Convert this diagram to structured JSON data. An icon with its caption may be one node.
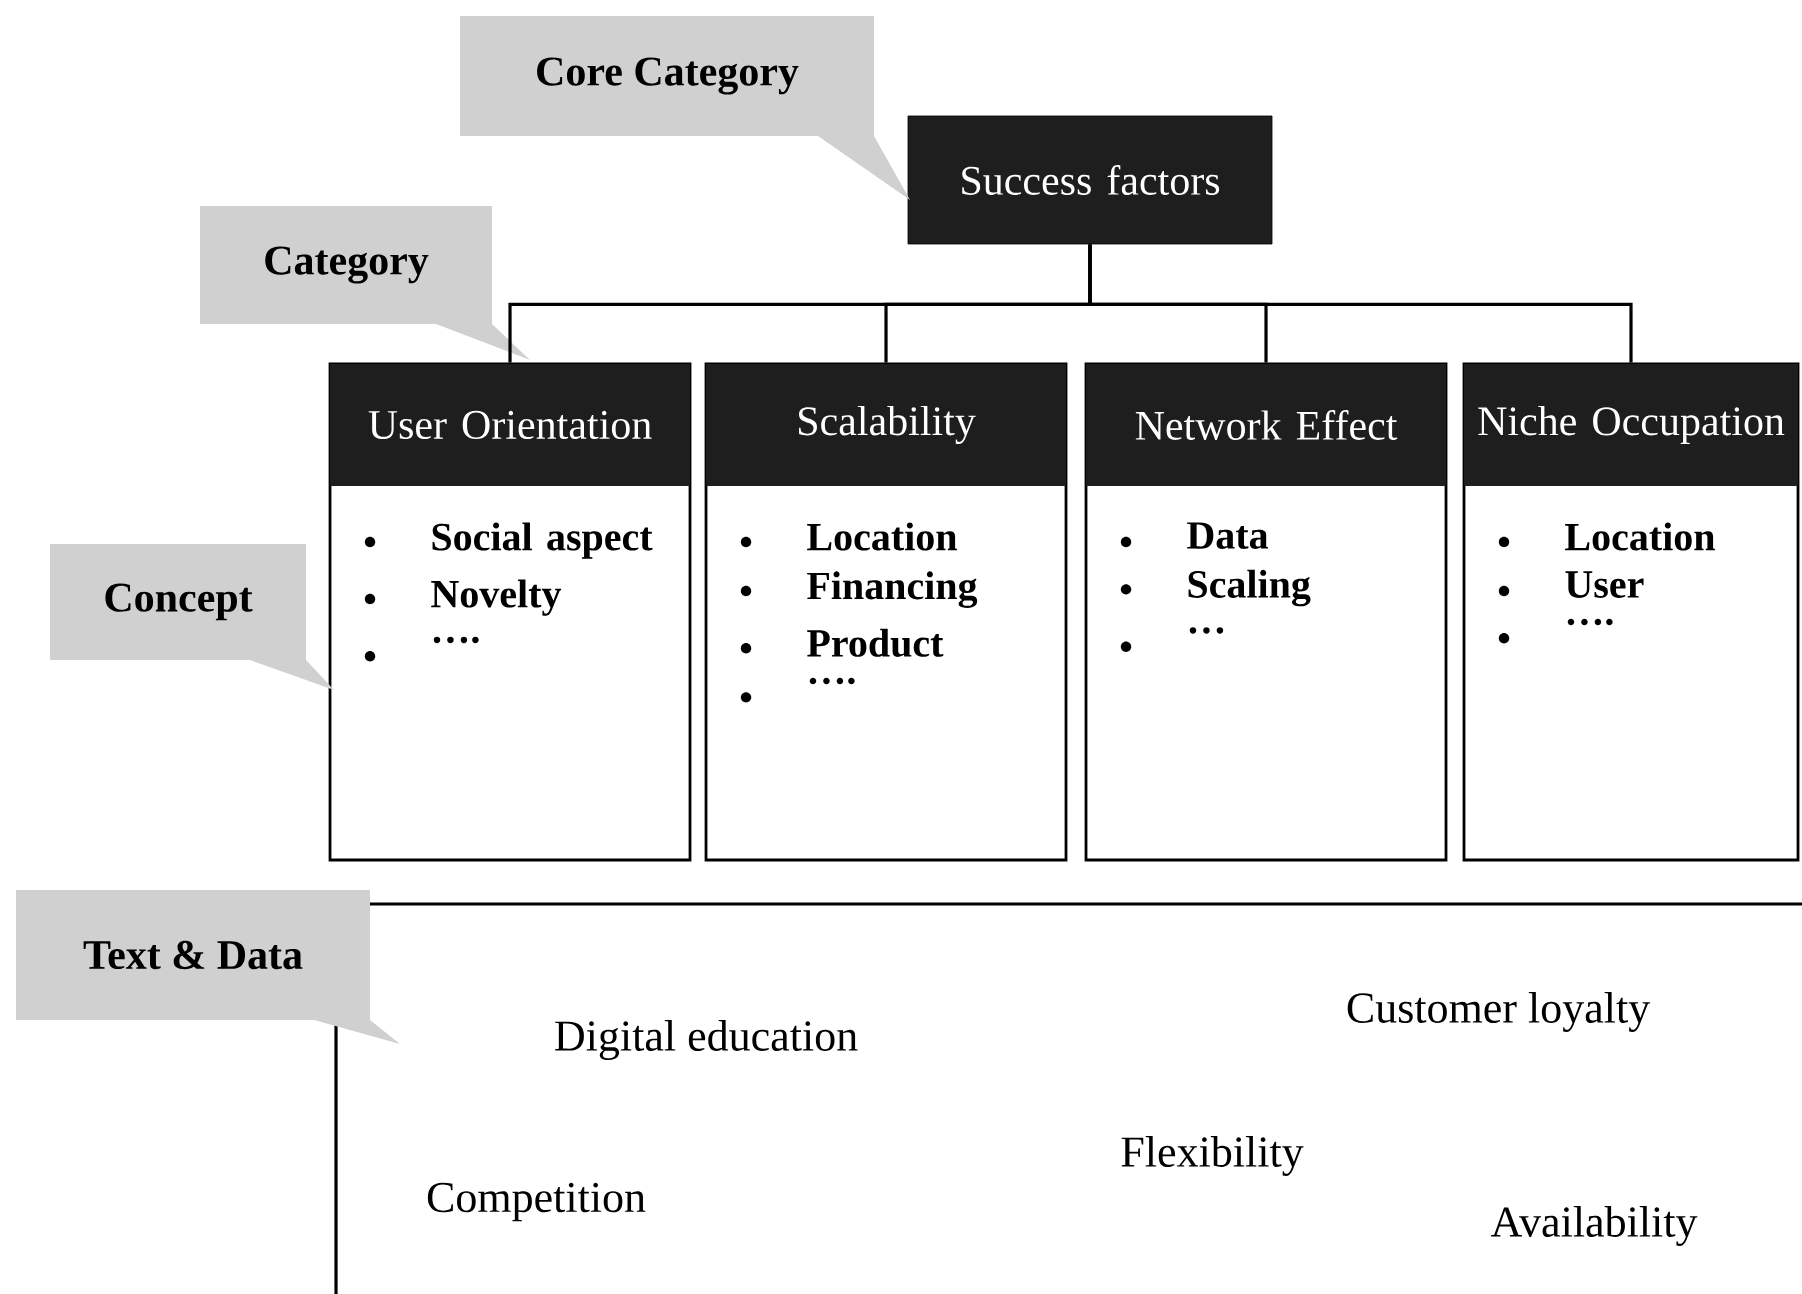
{
  "diagram": {
    "nodes": [
      {
        "text": [
          "Success factors"
        ]
      },
      {
        "text": [
          "User Orientation",
          "Social aspect",
          "Novelty",
          "…."
        ]
      },
      {
        "text": [
          "Scalability",
          "Location",
          "Financing",
          "Product",
          "…."
        ]
      },
      {
        "text": [
          "Network Effect",
          "Data",
          "Scaling",
          "…"
        ]
      },
      {
        "text": [
          "Niche Occupation",
          "Location",
          "User",
          "…."
        ]
      },
      {
        "text": [
          "Core Category"
        ]
      },
      {
        "text": [
          "Category"
        ]
      },
      {
        "text": [
          "Concept"
        ]
      },
      {
        "text": [
          "Text & Data"
        ]
      }
    ],
    "edges": [
      {
        "from": 0,
        "to": 1,
        "arrow": "none"
      },
      {
        "from": 0,
        "to": 2,
        "arrow": "none"
      },
      {
        "from": 0,
        "to": 3,
        "arrow": "none"
      },
      {
        "from": 0,
        "to": 4,
        "arrow": "none"
      }
    ],
    "labels": [
      "Digital education",
      "Customer loyalty",
      "Flexibility",
      "Competition",
      "Availability"
    ]
  }
}
